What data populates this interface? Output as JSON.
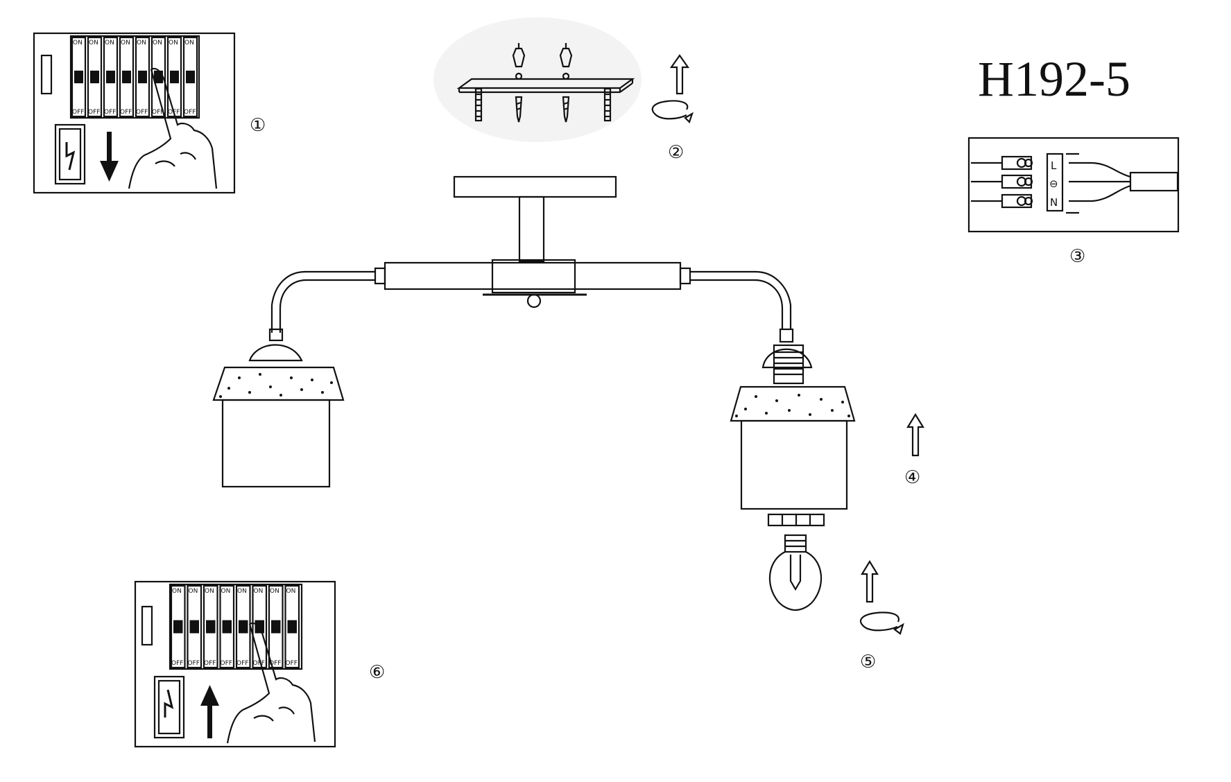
{
  "title": "H192-5",
  "steps": [
    {
      "number": "1",
      "label": "①"
    },
    {
      "number": "2",
      "label": "②"
    },
    {
      "number": "3",
      "label": "③"
    },
    {
      "number": "4",
      "label": "④"
    },
    {
      "number": "5",
      "label": "⑤"
    },
    {
      "number": "6",
      "label": "⑥"
    }
  ],
  "breaker": {
    "on_label": "ON",
    "off_label": "OFF"
  },
  "wiring": {
    "live": "L",
    "earth": "⊖",
    "neutral": "N"
  },
  "colors": {
    "ink": "#111111",
    "background": "#ffffff"
  }
}
